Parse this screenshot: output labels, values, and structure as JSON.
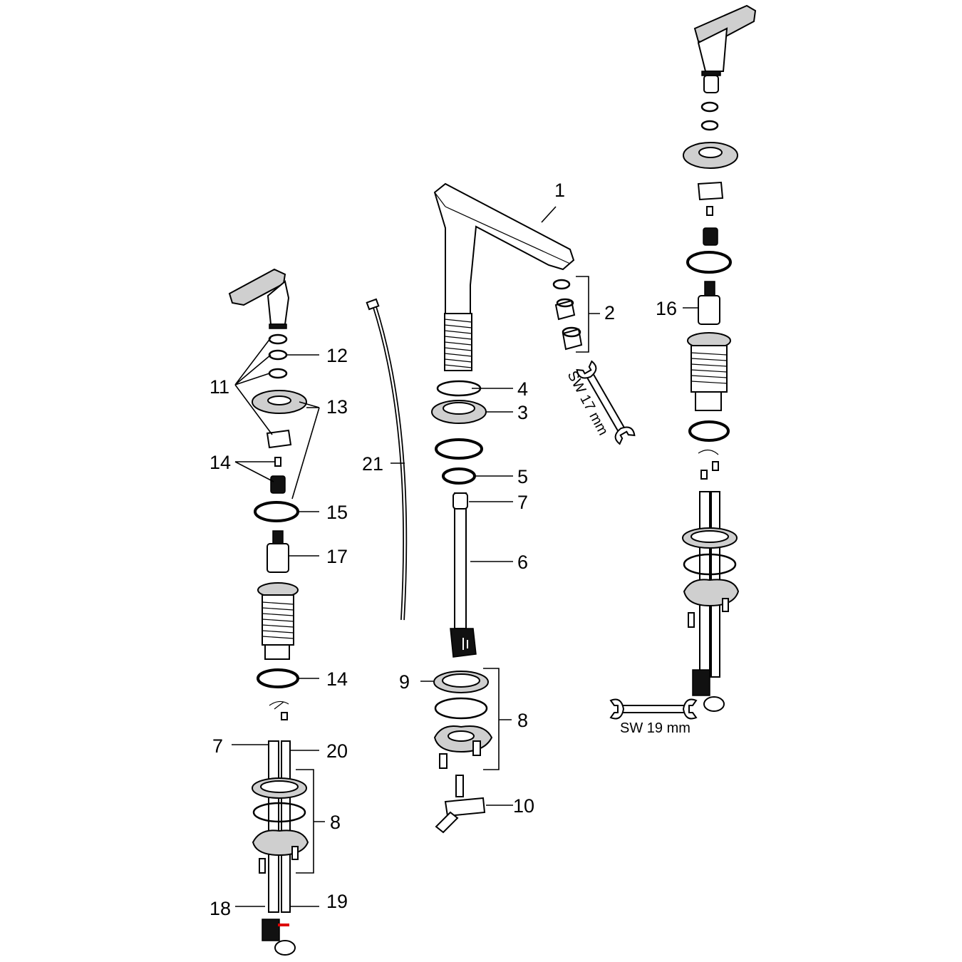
{
  "callouts": [
    {
      "id": "c1",
      "text": "1"
    },
    {
      "id": "c2",
      "text": "2"
    },
    {
      "id": "c3",
      "text": "3"
    },
    {
      "id": "c4",
      "text": "4"
    },
    {
      "id": "c5",
      "text": "5"
    },
    {
      "id": "c6",
      "text": "6"
    },
    {
      "id": "c7a",
      "text": "7"
    },
    {
      "id": "c7b",
      "text": "7"
    },
    {
      "id": "c8a",
      "text": "8"
    },
    {
      "id": "c8b",
      "text": "8"
    },
    {
      "id": "c9",
      "text": "9"
    },
    {
      "id": "c10",
      "text": "10"
    },
    {
      "id": "c11",
      "text": "11"
    },
    {
      "id": "c12",
      "text": "12"
    },
    {
      "id": "c13",
      "text": "13"
    },
    {
      "id": "c14a",
      "text": "14"
    },
    {
      "id": "c14b",
      "text": "14"
    },
    {
      "id": "c15",
      "text": "15"
    },
    {
      "id": "c16",
      "text": "16"
    },
    {
      "id": "c17",
      "text": "17"
    },
    {
      "id": "c18",
      "text": "18"
    },
    {
      "id": "c19",
      "text": "19"
    },
    {
      "id": "c20",
      "text": "20"
    },
    {
      "id": "c21",
      "text": "21"
    }
  ],
  "tools": {
    "wrench_17": "SW 17 mm",
    "wrench_19": "SW 19 mm"
  }
}
